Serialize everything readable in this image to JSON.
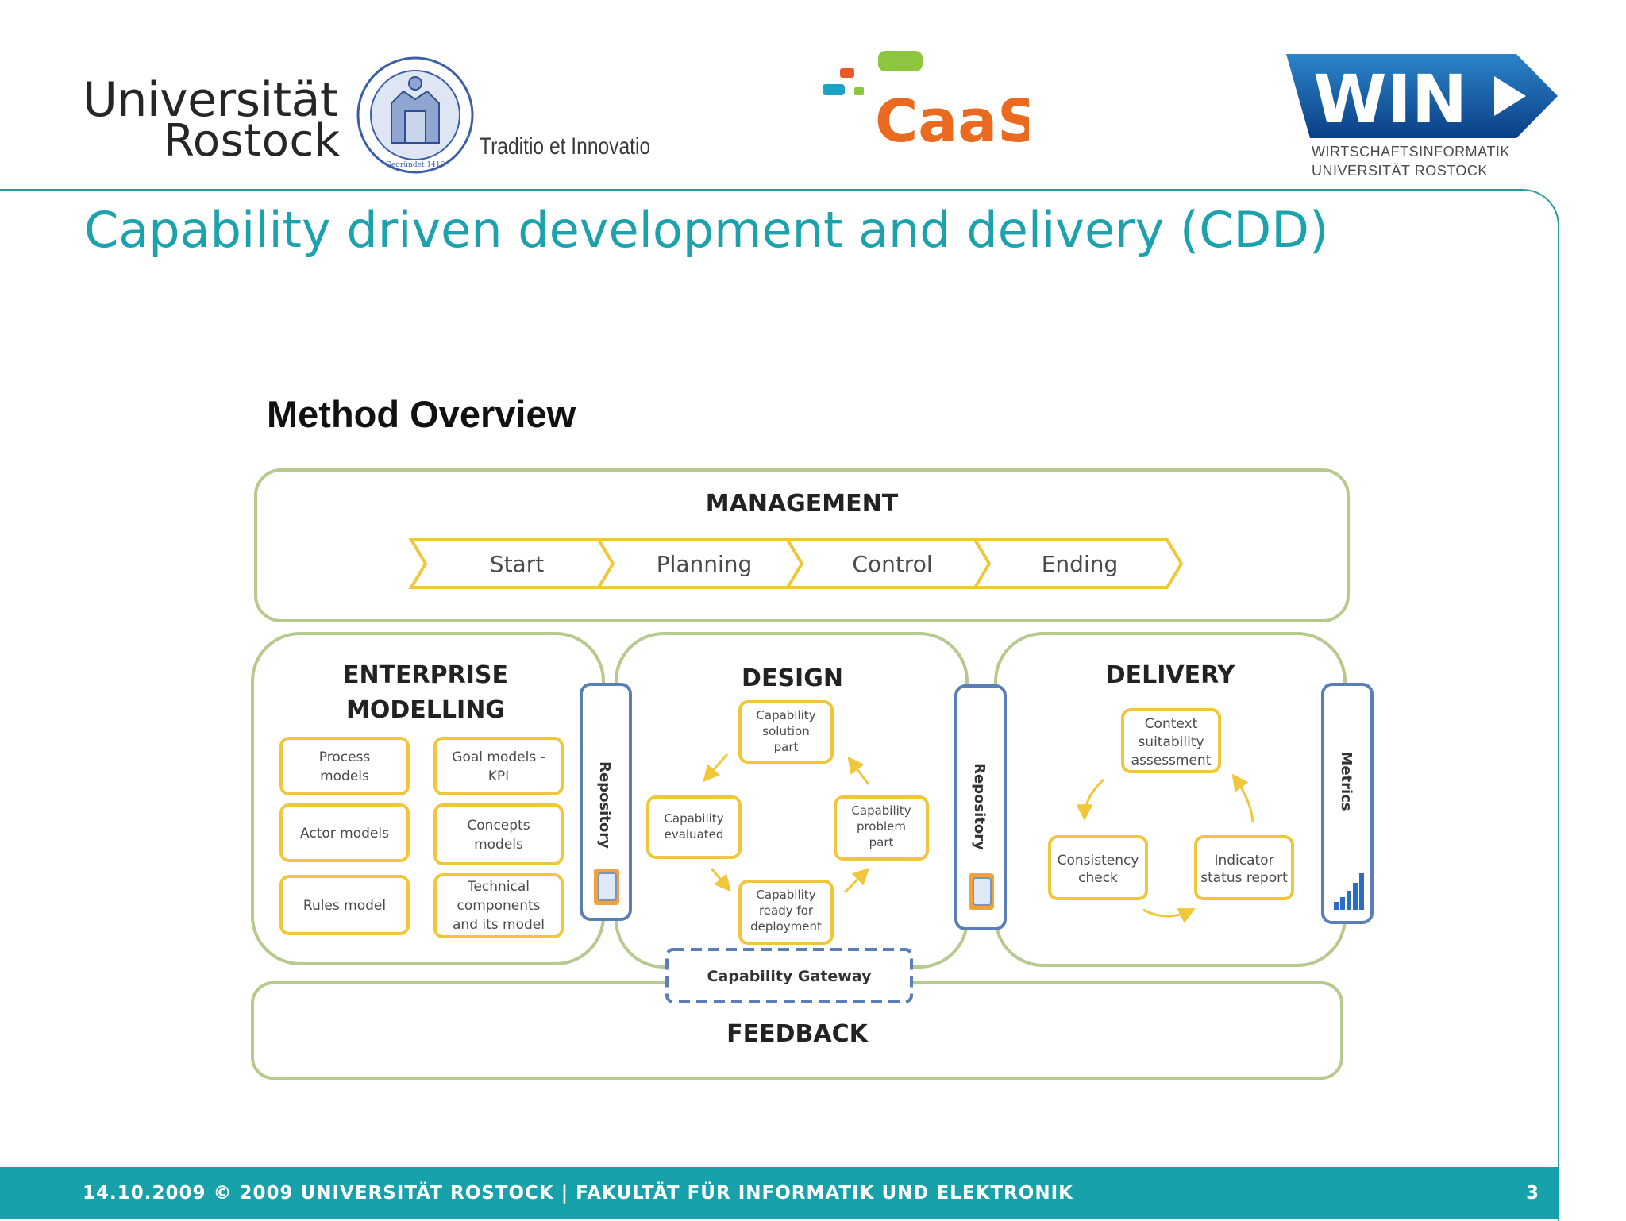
{
  "header": {
    "university": {
      "line1": "Universität",
      "line2": "Rostock",
      "motto": "Traditio et Innovatio",
      "seal_text": "Gegründet 1419"
    },
    "caas_logo_text": "CaaS",
    "win_logo": {
      "text": "WIN",
      "subtitle_line1": "WIRTSCHAFTSINFORMATIK",
      "subtitle_line2": "UNIVERSITÄT ROSTOCK"
    }
  },
  "slide": {
    "title": "Capability driven development and delivery (CDD)",
    "section_title": "Method Overview"
  },
  "diagram": {
    "management": {
      "label": "MANAGEMENT",
      "phases": [
        "Start",
        "Planning",
        "Control",
        "Ending"
      ]
    },
    "enterprise_modelling": {
      "label_line1": "ENTERPRISE",
      "label_line2": "MODELLING",
      "models": [
        [
          "Process",
          "models"
        ],
        [
          "Goal models -",
          "KPI"
        ],
        [
          "Actor models"
        ],
        [
          "Concepts",
          "models"
        ],
        [
          "Rules model"
        ],
        [
          "Technical",
          "components",
          "and its model"
        ]
      ]
    },
    "repository_label": "Repository",
    "design": {
      "label": "DESIGN",
      "steps": {
        "solution": [
          "Capability",
          "solution",
          "part"
        ],
        "evaluated": [
          "Capability",
          "evaluated"
        ],
        "problem": [
          "Capability",
          "problem",
          "part"
        ],
        "ready": [
          "Capability",
          "ready for",
          "deployment"
        ]
      }
    },
    "delivery": {
      "label": "DELIVERY",
      "steps": {
        "context": [
          "Context",
          "suitability",
          "assessment"
        ],
        "consistency": [
          "Consistency",
          "check"
        ],
        "indicator": [
          "Indicator",
          "status report"
        ]
      }
    },
    "metrics_label": "Metrics",
    "gateway_label": "Capability Gateway",
    "feedback_label": "FEEDBACK",
    "colors": {
      "area_border": "#b7c98d",
      "box_border": "#f0c63a",
      "arrow": "#f0c63a",
      "column_border": "#5a7fb6",
      "gateway_border": "#5a7fb6"
    }
  },
  "footer": {
    "text": "14.10.2009  ©  2009  UNIVERSITÄT ROSTOCK | FAKULTÄT FÜR INFORMATIK UND ELEKTRONIK",
    "page_number": "3",
    "color": "#17a1ab"
  }
}
